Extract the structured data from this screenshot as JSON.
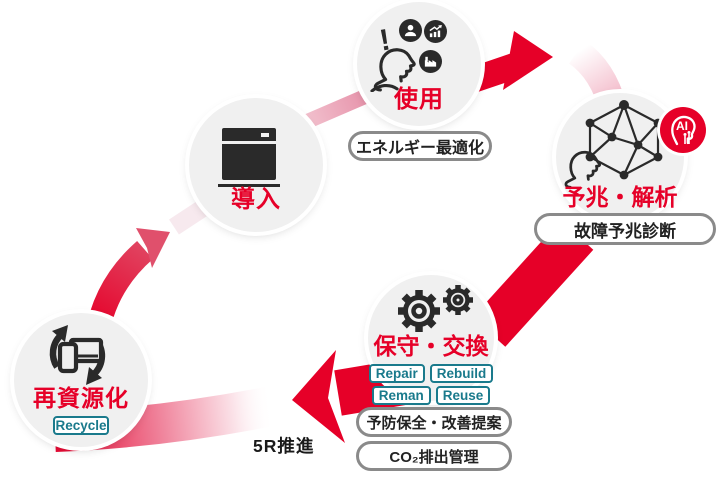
{
  "colors": {
    "accent_red": "#e60028",
    "icon_dark": "#2a2a2a",
    "teal": "#1a7a8c",
    "pill_border": "#8a8a8a",
    "node_fill": "#f0f0f0"
  },
  "nodes": {
    "introduction": {
      "title": "導入"
    },
    "use": {
      "title": "使用",
      "caption": "エネルギー最適化"
    },
    "prediction": {
      "title": "予兆・解析",
      "caption": "故障予兆診断",
      "ai_label": "AI"
    },
    "maintenance": {
      "title": "保守・交換",
      "tags": [
        "Repair",
        "Rebuild",
        "Reman",
        "Reuse"
      ],
      "captions": [
        "予防保全・改善提案",
        "CO₂排出管理"
      ]
    },
    "recycling": {
      "title": "再資源化",
      "tag": "Recycle"
    }
  },
  "note": {
    "label": "5R推進"
  },
  "icons": {
    "exclamation": "!"
  }
}
